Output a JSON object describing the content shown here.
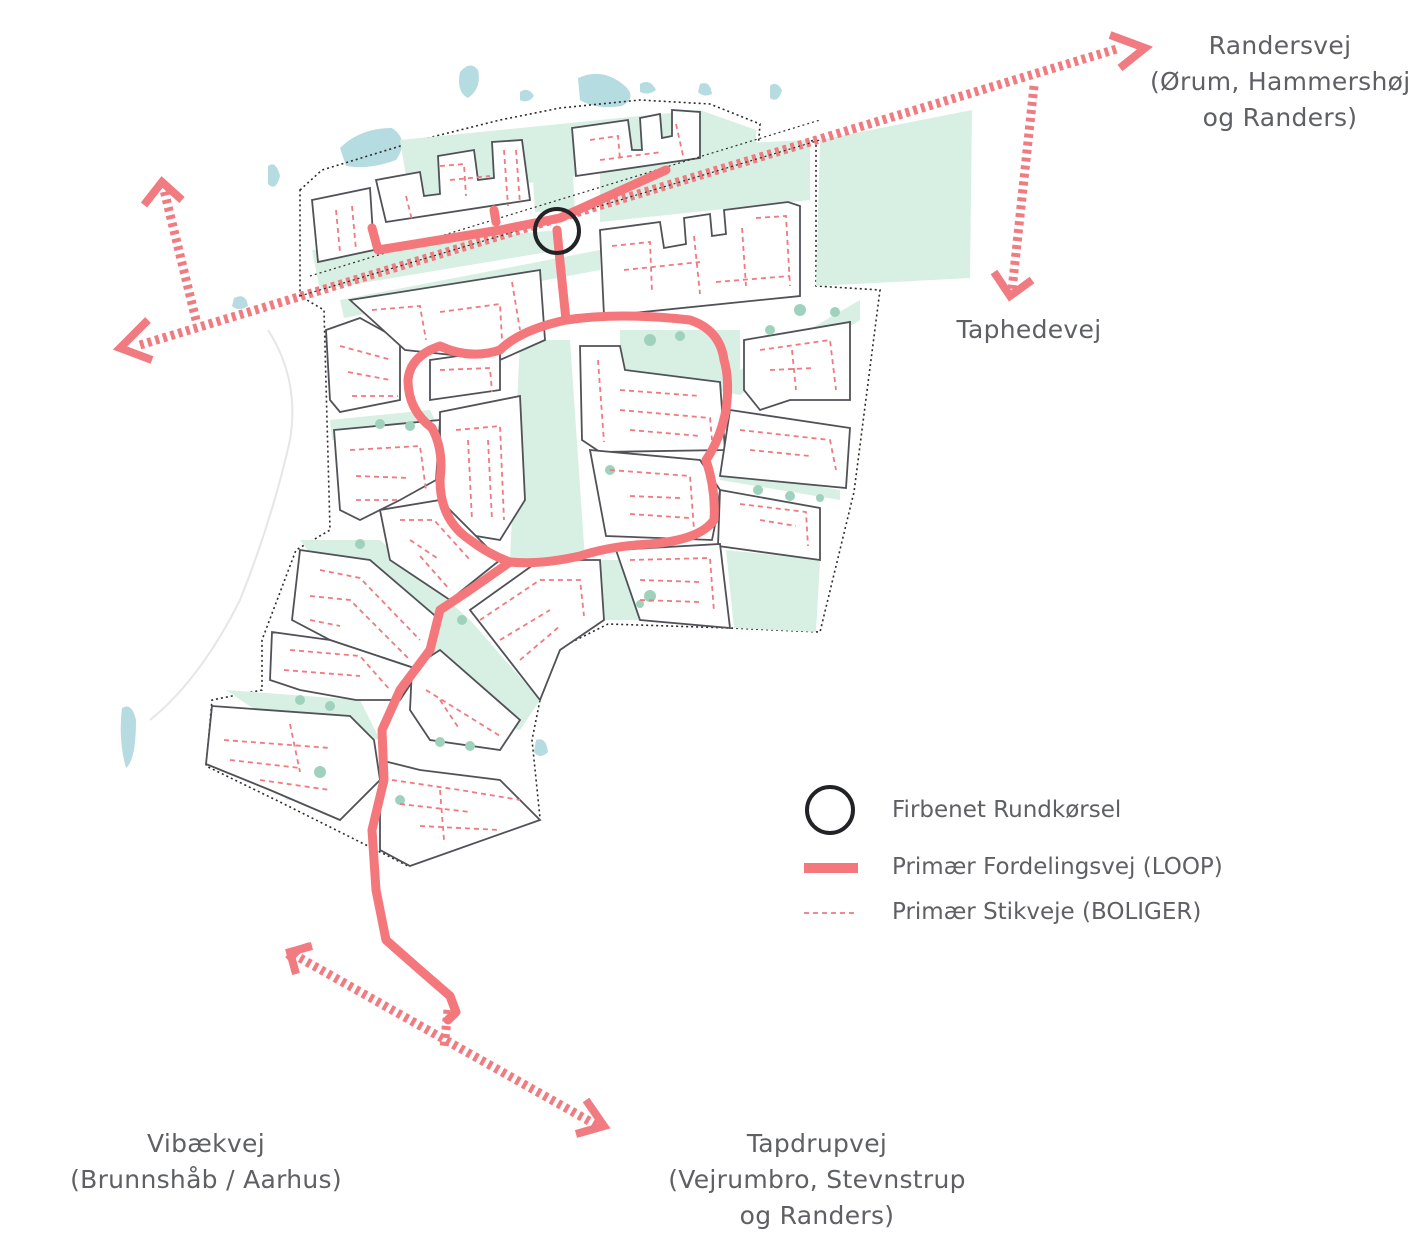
{
  "colors": {
    "road": "#f4777b",
    "path": "#ef7a80",
    "green": "#d8efe3",
    "green_strip": "#cbe9d9",
    "block_fill": "#ffffff",
    "block_stroke": "#505257",
    "boundary": "#2b2b2b",
    "water": "#a9d6dc",
    "roundabout": "#222326",
    "label": "#5f6064"
  },
  "labels": {
    "randersvej": {
      "line1": "Randersvej",
      "line2": "(Ørum, Hammershøj",
      "line3": "og Randers)"
    },
    "taphedevej": "Taphedevej",
    "vibaekvej": {
      "line1": "Vibækvej",
      "line2": "(Brunnshåb / Aarhus)"
    },
    "tapdrupvej": {
      "line1": "Tapdrupvej",
      "line2": "(Vejrumbro, Stevnstrup",
      "line3": "og Randers)"
    }
  },
  "legend": {
    "roundabout": {
      "label": "Firbenet Rundkørsel",
      "icon": "circle-outline"
    },
    "primary_road": {
      "label": "Primær Fordelingsvej (LOOP)",
      "icon": "thick-line"
    },
    "path": {
      "label": "Primær Stikveje (BOLIGER)",
      "icon": "dashed-line"
    }
  }
}
